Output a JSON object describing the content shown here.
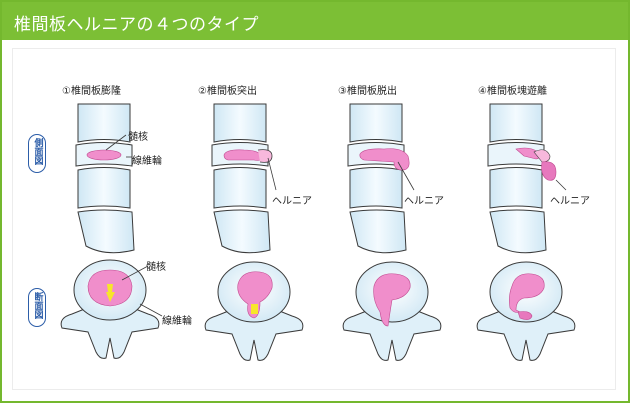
{
  "header": {
    "title": "椎間板ヘルニアの４つのタイプ"
  },
  "row_labels": {
    "side": "側面図",
    "cross": "断面図"
  },
  "captions": [
    "①椎間板膨隆",
    "②椎間板突出",
    "③椎間板脱出",
    "④椎間板塊遊離"
  ],
  "labels": {
    "nucleus_top": "髄核",
    "annulus_top": "線維輪",
    "hernia": "ヘルニア",
    "nucleus_bottom": "髄核",
    "annulus_bottom": "線維輪"
  },
  "colors": {
    "header": "#7cbf35",
    "border": "#74b82e",
    "bone": "#e6f3fa",
    "outline": "#3a3a3a",
    "nucleus": "#f08ecb",
    "hernia": "#e0469e",
    "badge": "#2c5da8",
    "yellow": "#f7e62a"
  }
}
